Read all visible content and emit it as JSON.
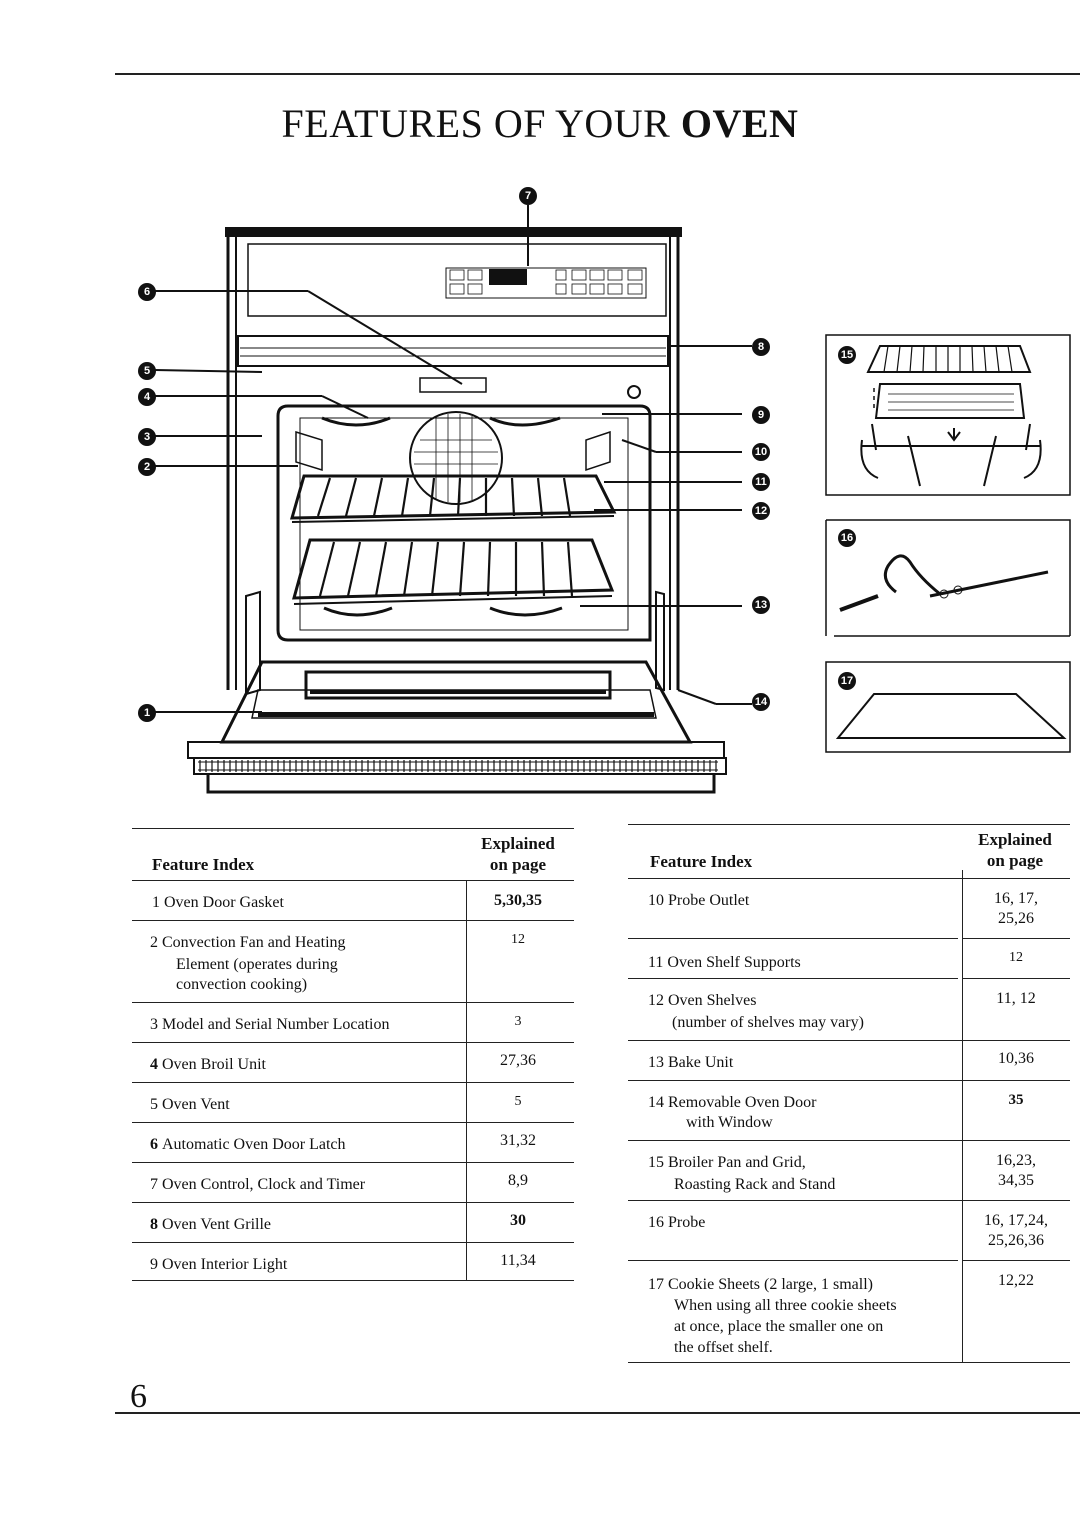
{
  "page": {
    "title_prefix": "FEATURES OF YOUR ",
    "title_bold": "OVEN",
    "page_number": "6"
  },
  "callouts": [
    "1",
    "2",
    "3",
    "4",
    "5",
    "6",
    "7",
    "8",
    "9",
    "10",
    "11",
    "12",
    "13",
    "14",
    "15",
    "16",
    "17"
  ],
  "table_headers": {
    "feature": "Feature Index",
    "explained_1": "Explained",
    "explained_2": "on page"
  },
  "left_table": [
    {
      "num": "1",
      "label": "Oven Door Gasket",
      "pages": "5,30,35"
    },
    {
      "num": "2",
      "label": "Convection Fan and Heating",
      "sub1": "Element (operates during",
      "sub2": "convection cooking)",
      "pages": "12"
    },
    {
      "num": "3",
      "label": "Model and Serial Number Location",
      "pages": "3"
    },
    {
      "num": "4",
      "label": "Oven Broil Unit",
      "pages": "27,36"
    },
    {
      "num": "5",
      "label": "Oven Vent",
      "pages": "5"
    },
    {
      "num": "6",
      "label": "Automatic Oven Door Latch",
      "pages": "31,32"
    },
    {
      "num": "7",
      "label": "Oven Control, Clock and Timer",
      "pages": "8,9"
    },
    {
      "num": "8",
      "label": "Oven Vent Grille",
      "pages": "30"
    },
    {
      "num": "9",
      "label": "Oven Interior Light",
      "pages": "11,34"
    }
  ],
  "right_table": [
    {
      "num": "10",
      "label": "Probe Outlet",
      "pages1": "16, 17,",
      "pages2": "25,26"
    },
    {
      "num": "11",
      "label": "Oven Shelf Supports",
      "pages1": "12"
    },
    {
      "num": "12",
      "label": "Oven Shelves",
      "sub1": "(number of shelves may vary)",
      "pages1": "11, 12"
    },
    {
      "num": "13",
      "label": "Bake Unit",
      "pages1": "10,36"
    },
    {
      "num": "14",
      "label": "Removable Oven Door",
      "sub1": "with Window",
      "pages1": "35"
    },
    {
      "num": "15",
      "label": "Broiler Pan and Grid,",
      "sub1": "Roasting Rack and Stand",
      "pages1": "16,23,",
      "pages2": "34,35"
    },
    {
      "num": "16",
      "label": "Probe",
      "pages1": "16, 17,24,",
      "pages2": "25,26,36"
    },
    {
      "num": "17",
      "label": "Cookie Sheets (2 large, 1 small)",
      "sub1": "When using all three cookie sheets",
      "sub2": "at once, place the smaller one on",
      "sub3": "the offset shelf.",
      "pages1": "12,22"
    }
  ]
}
